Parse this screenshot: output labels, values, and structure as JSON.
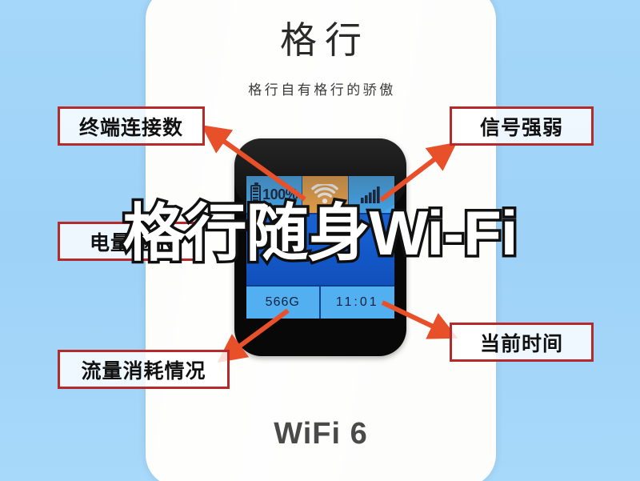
{
  "background": {
    "color": "#9ed2f7"
  },
  "product_card": {
    "brand_title": "格行",
    "brand_slogan": "格行自有格行的骄傲",
    "footer_label": "WiFi 6",
    "card_color": "#fdfdfc"
  },
  "device": {
    "body_color": "#080808",
    "screen": {
      "status_bar": {
        "battery": {
          "icon": "battery-icon",
          "level_text": "100%",
          "tile_color": "#44a8ee"
        },
        "wifi": {
          "icon": "wifi-icon",
          "tile_color": "#eca349"
        },
        "signal": {
          "icon": "signal-bars-icon",
          "tile_color": "#44a8ee"
        }
      },
      "main_panel_color": "#1358c8",
      "footer_cells": [
        {
          "name": "data-usage",
          "value": "566G"
        },
        {
          "name": "clock",
          "value": "11:01"
        }
      ]
    }
  },
  "callouts": [
    {
      "id": "terminals",
      "label": "终端连接数"
    },
    {
      "id": "signal",
      "label": "信号强弱"
    },
    {
      "id": "device",
      "label": "电量显示"
    },
    {
      "id": "data",
      "label": "流量消耗情况"
    },
    {
      "id": "time",
      "label": "当前时间"
    }
  ],
  "callout_style": {
    "border_color": "#b52a2a",
    "arrow_color": "#e8502a"
  },
  "headline": {
    "text": "格行随身Wi-Fi",
    "fill_color": "#ffffff",
    "stroke_color": "#111111"
  }
}
